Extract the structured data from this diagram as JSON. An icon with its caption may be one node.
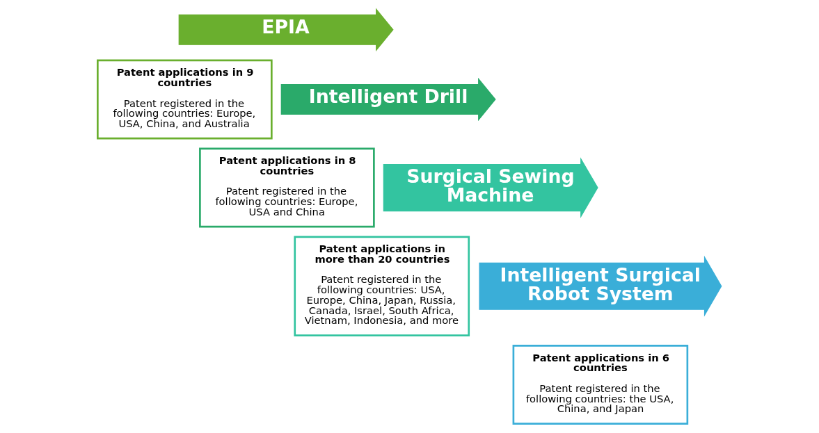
{
  "diagram": {
    "nodes": [
      {
        "text": [
          "EPIA"
        ]
      },
      {
        "text": [
          "Patent applications in 9 countries",
          "Patent registered in the following countries: Europe, USA, China, and Australia"
        ]
      },
      {
        "text": [
          "Intelligent Drill"
        ]
      },
      {
        "text": [
          "Patent applications in 8 countries",
          "Patent registered in the following countries: Europe, USA and China"
        ]
      },
      {
        "text": [
          "Surgical Sewing Machine"
        ]
      },
      {
        "text": [
          "Patent applications in more than 20 countries",
          "Patent registered in the following countries: USA, Europe, China, Japan, Russia, Canada, Israel, South Africa, Vietnam, Indonesia, and more"
        ]
      },
      {
        "text": [
          "Intelligent Surgical Robot System"
        ]
      },
      {
        "text": [
          "Patent applications in 6 countries",
          "Patent registered in the following countries: the USA, China, and Japan"
        ]
      }
    ],
    "edges": []
  }
}
